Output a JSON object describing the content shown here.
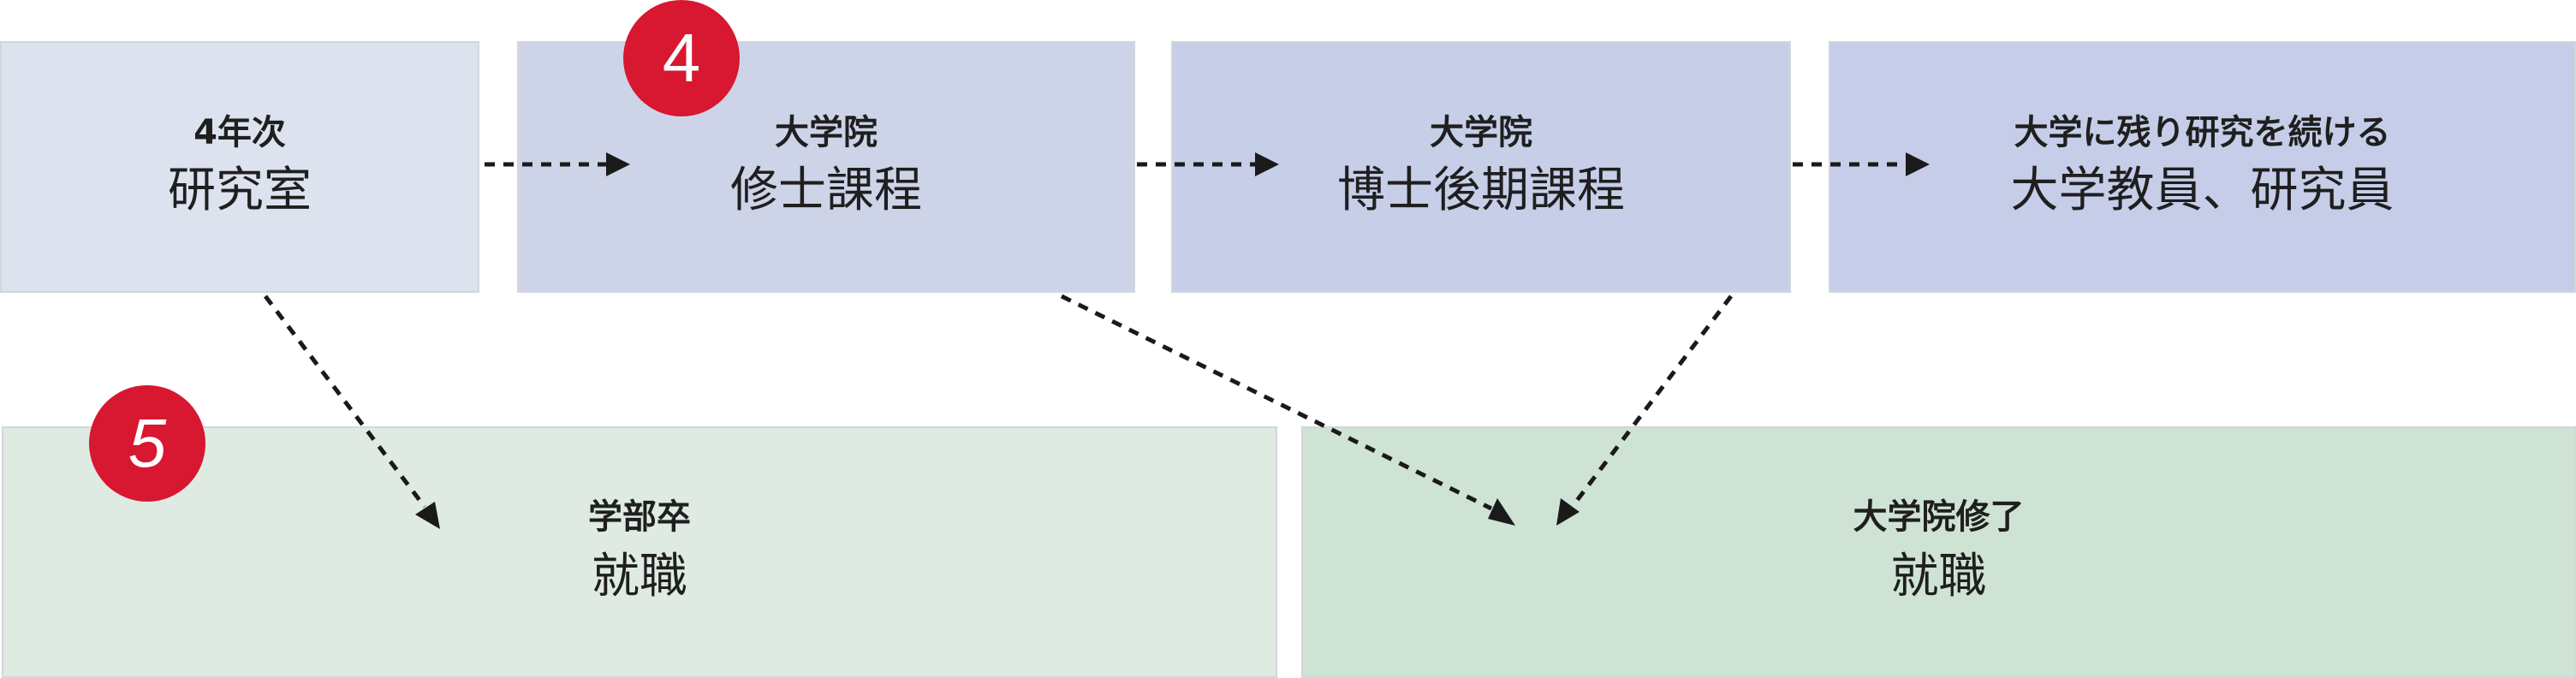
{
  "steps": [
    {
      "sub": "4年次",
      "main": "研究室"
    },
    {
      "sub": "大学院",
      "main": "修士課程"
    },
    {
      "sub": "大学院",
      "main": "博士後期課程"
    },
    {
      "sub": "大学に残り研究を続ける",
      "main": "大学教員、研究員"
    }
  ],
  "outcomes": [
    {
      "sub": "学部卒",
      "main": "就職"
    },
    {
      "sub": "大学院修了",
      "main": "就職"
    }
  ],
  "badges": [
    "4",
    "5"
  ],
  "colors": {
    "badge": "#d81730",
    "arrow": "#1a1a1a",
    "step_fill_1": "#dde2ef",
    "step_fill_2": "#ced4e8",
    "step_fill_3": "#c7cee8",
    "step_fill_4": "#c6cde8",
    "outcome_fill_1": "#dfebe2",
    "outcome_fill_2": "#cfe3d4"
  }
}
